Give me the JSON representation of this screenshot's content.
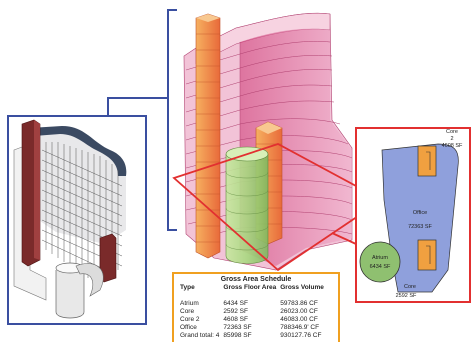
{
  "plan": {
    "core2_name": "Core",
    "core2_num": "2",
    "core2_area": "4608 SF",
    "office_name": "Office",
    "office_area": "72363 SF",
    "atrium_name": "Atrium",
    "atrium_area": "6434 SF",
    "core_name": "Core",
    "core_area": "2592 SF"
  },
  "schedule": {
    "title": "Gross Area Schedule",
    "headers": [
      "Type",
      "Gross Floor Area",
      "Gross Volume"
    ],
    "rows": [
      [
        "Atrium",
        "6434 SF",
        "59783.86 CF"
      ],
      [
        "Core",
        "2592 SF",
        "26023.00 CF"
      ],
      [
        "Core 2",
        "4608 SF",
        "46083.00 CF"
      ],
      [
        "Office",
        "72363 SF",
        "788346.9' CF"
      ],
      [
        "Grand total: 4",
        "85998 SF",
        "930127.76 CF"
      ]
    ]
  },
  "colors": {
    "blue_callout": "#3a4fa0",
    "red_callout": "#e23030",
    "orange_frame": "#f0a020",
    "office_floor": "#8fa0dc",
    "core_fill": "#f0a040",
    "atrium_fill": "#8fc070",
    "tower_pink": "#e07aa0"
  }
}
